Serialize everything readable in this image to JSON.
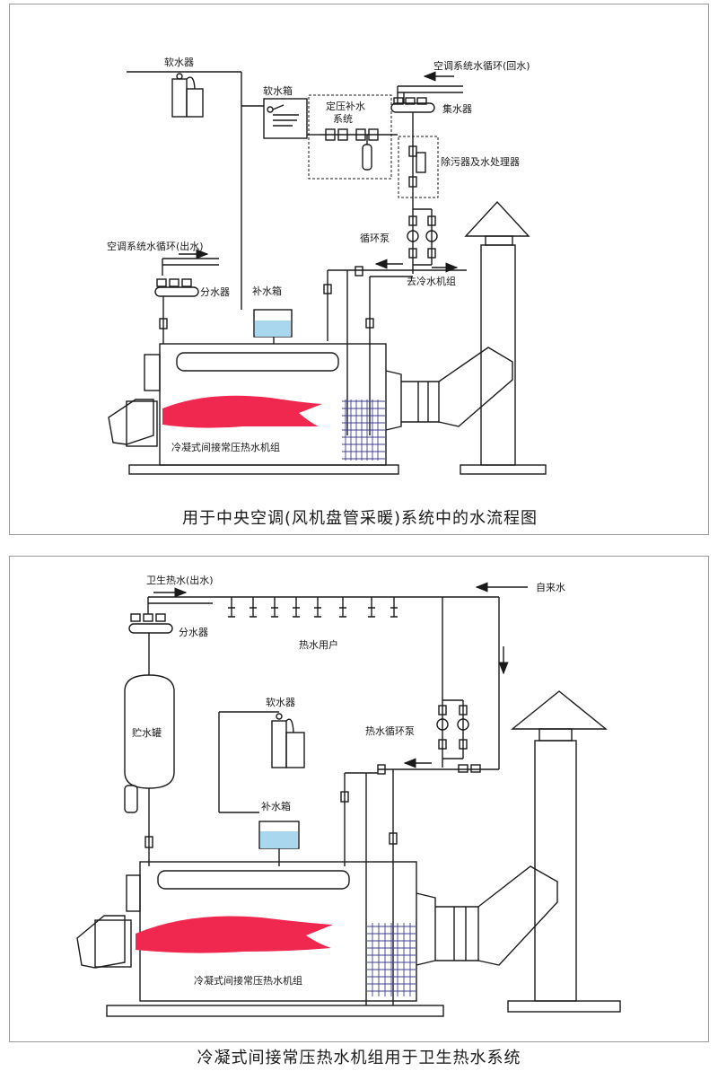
{
  "diagram1": {
    "caption": "用于中央空调(风机盘管采暖)系统中的水流程图",
    "labels": {
      "softener": "软水器",
      "soft_tank": "软水箱",
      "pressure_makeup_1": "定压补水",
      "pressure_makeup_2": "系统",
      "ac_return": "空调系统水循环(回水)",
      "collector": "集水器",
      "dirt_treat": "除污器及水处理器",
      "circ_pump": "循环泵",
      "ac_supply": "空调系统水循环(出水)",
      "distributor": "分水器",
      "makeup_tank": "补水箱",
      "to_chiller": "去冷水机组",
      "unit": "冷凝式间接常压热水机组"
    }
  },
  "diagram2": {
    "caption": "冷凝式间接常压热水机组用于卫生热水系统",
    "labels": {
      "hot_out": "卫生热水(出水)",
      "distributor": "分水器",
      "users": "热水用户",
      "tap_water": "自来水",
      "storage": "贮水罐",
      "softener": "软水器",
      "circ_pump": "热水循环泵",
      "makeup_tank": "补水箱",
      "unit": "冷凝式间接常压热水机组"
    }
  },
  "colors": {
    "flame": "#f0284f",
    "water": "#a9d8ee",
    "coil": "#3e3e90",
    "line": "#1a1a1a"
  }
}
